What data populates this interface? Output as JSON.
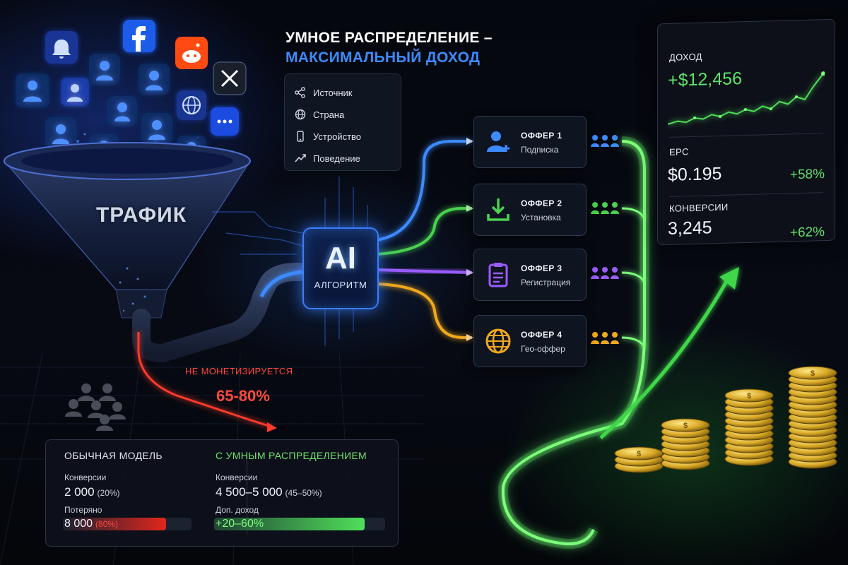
{
  "title": {
    "line1": "УМНОЕ РАСПРЕДЕЛЕНИЕ –",
    "line2": "МАКСИМАЛЬНЫЙ ДОХОД"
  },
  "criteria": [
    {
      "label": "Источник",
      "icon": "share-icon"
    },
    {
      "label": "Страна",
      "icon": "globe-icon"
    },
    {
      "label": "Устройство",
      "icon": "phone-icon"
    },
    {
      "label": "Поведение",
      "icon": "trend-icon"
    }
  ],
  "funnel": {
    "label": "ТРАФИК",
    "sources": [
      "bell-icon",
      "facebook-icon",
      "reddit-icon",
      "x-icon",
      "globe-icon",
      "chat-icon"
    ]
  },
  "ai": {
    "label": "AI",
    "sublabel": "АЛГОРИТМ"
  },
  "offers": [
    {
      "title": "ОФФЕР 1",
      "subtitle": "Подписка",
      "icon": "user-plus-icon",
      "color": "#3d8bff"
    },
    {
      "title": "ОФФЕР 2",
      "subtitle": "Установка",
      "icon": "download-icon",
      "color": "#49d14f"
    },
    {
      "title": "ОФФЕР 3",
      "subtitle": "Регистрация",
      "icon": "clipboard-icon",
      "color": "#9b5cff"
    },
    {
      "title": "ОФФЕР 4",
      "subtitle": "Гео-оффер",
      "icon": "globe-icon",
      "color": "#f0a81e"
    }
  ],
  "lost": {
    "label": "НЕ МОНЕТИЗИРУЕТСЯ",
    "value": "65-80%"
  },
  "stats": {
    "income_label": "ДОХОД",
    "income_value": "+$12,456",
    "epc_label": "EPC",
    "epc_value": "$0.195",
    "epc_delta": "+58%",
    "conv_label": "КОНВЕРСИИ",
    "conv_value": "3,245",
    "conv_delta": "+62%"
  },
  "comparison": {
    "regular": {
      "title": "ОБЫЧНАЯ МОДЕЛЬ",
      "conv_label": "Конверсии",
      "conv_value": "2 000",
      "conv_pct": "(20%)",
      "lost_label": "Потеряно",
      "lost_value": "8 000",
      "lost_pct": "(80%)",
      "lost_fill": 0.8
    },
    "smart": {
      "title": "С УМНЫМ РАСПРЕДЕЛЕНИЕМ",
      "conv_label": "Конверсии",
      "conv_value": "4 500–5 000",
      "conv_pct": "(45–50%)",
      "extra_label": "Доп. доход",
      "extra_value": "+20–60%",
      "extra_fill": 0.88
    }
  },
  "colors": {
    "blue": "#3d8bff",
    "green": "#4fe05a",
    "purple": "#9b5cff",
    "orange": "#f0a81e",
    "red": "#ff4a3d"
  }
}
